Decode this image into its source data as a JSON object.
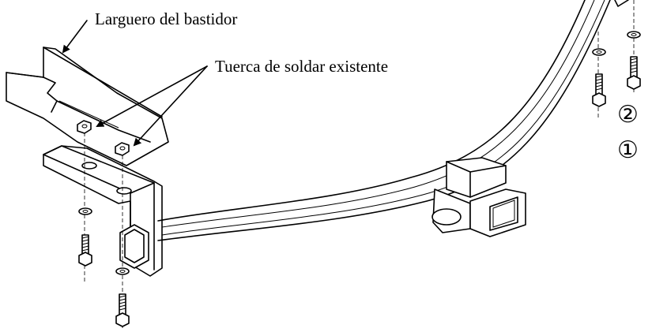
{
  "labels": {
    "frame_rail": "Larguero del bastidor",
    "weld_nut": "Tuerca de soldar existente",
    "step_2": "②",
    "step_1": "①"
  }
}
